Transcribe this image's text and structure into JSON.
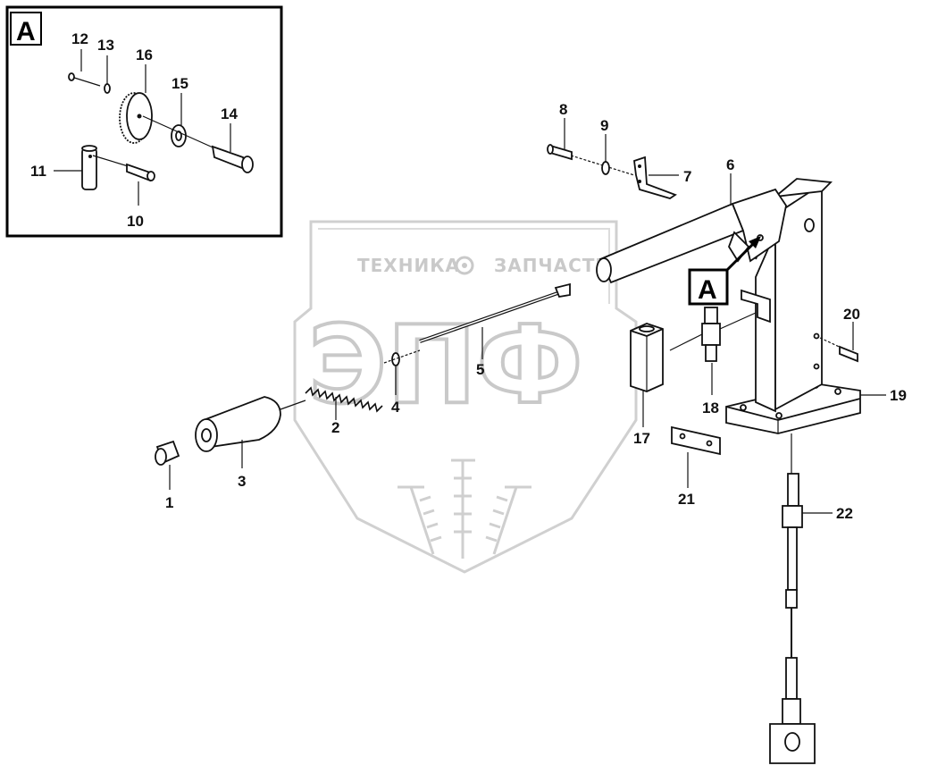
{
  "watermark": {
    "top_text_left": "ТЕХНИКА",
    "top_text_right": "ЗАПЧАСТИ",
    "big_text": "ЭПФ"
  },
  "detail_view": {
    "label": "A",
    "marker_label": "A"
  },
  "callouts": [
    {
      "id": "1",
      "text": "1"
    },
    {
      "id": "2",
      "text": "2"
    },
    {
      "id": "3",
      "text": "3"
    },
    {
      "id": "4",
      "text": "4"
    },
    {
      "id": "5",
      "text": "5"
    },
    {
      "id": "6",
      "text": "6"
    },
    {
      "id": "7",
      "text": "7"
    },
    {
      "id": "8",
      "text": "8"
    },
    {
      "id": "9",
      "text": "9"
    },
    {
      "id": "10",
      "text": "10"
    },
    {
      "id": "11",
      "text": "11"
    },
    {
      "id": "12",
      "text": "12"
    },
    {
      "id": "13",
      "text": "13"
    },
    {
      "id": "14",
      "text": "14"
    },
    {
      "id": "15",
      "text": "15"
    },
    {
      "id": "16",
      "text": "16"
    },
    {
      "id": "17",
      "text": "17"
    },
    {
      "id": "18",
      "text": "18"
    },
    {
      "id": "19",
      "text": "19"
    },
    {
      "id": "20",
      "text": "20"
    },
    {
      "id": "21",
      "text": "21"
    },
    {
      "id": "22",
      "text": "22"
    }
  ]
}
